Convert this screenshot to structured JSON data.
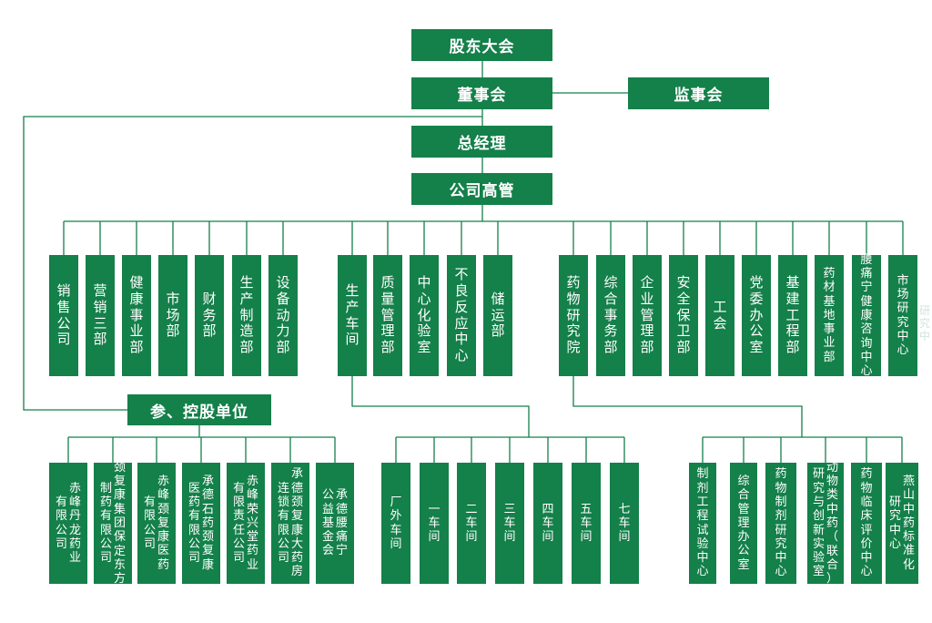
{
  "boxes": {
    "shareholders": "股东大会",
    "board": "董事会",
    "supervisory": "监事会",
    "gm": "总经理",
    "executives": "公司高管",
    "holdings": "参、控股单位"
  },
  "departments": {
    "group_a": [
      "销售公司",
      "营销三部",
      "健康事业部",
      "市场部",
      "财务部",
      "生产制造部",
      "设备动力部"
    ],
    "group_b": [
      "生产车间",
      "质量管理部",
      "中心化验室",
      "不良反应中心",
      "储运部"
    ],
    "group_c": [
      "药物研究院",
      "综合事务部",
      "企业管理部",
      "安全保卫部",
      "工会",
      "党委办公室",
      "基建工程部",
      "药材基地事业部",
      "腰痛宁健康咨询中心",
      "市场研究中心"
    ]
  },
  "holding_units": [
    [
      "赤峰丹龙药业",
      "有限公司"
    ],
    [
      "颈复康集团保定东方",
      "制药有限公司"
    ],
    [
      "赤峰颈复康医药",
      "有限公司"
    ],
    [
      "承德石药颈复康",
      "医药有限公司"
    ],
    [
      "赤峰荣兴堂药业",
      "有限责任公司"
    ],
    [
      "承德颈复康大药房",
      "连锁有限公司"
    ],
    [
      "承德腰痛宁",
      "公益基金会"
    ]
  ],
  "workshops": [
    "厂外车间",
    "一车间",
    "二车间",
    "三车间",
    "四车间",
    "五车间",
    "七车间"
  ],
  "research_centers": [
    [
      "制剂工程试验中心"
    ],
    [
      "综合管理办公室"
    ],
    [
      "药物制剂研究中心"
    ],
    [
      "动物类中药（联合）",
      "研究与创新实验室"
    ],
    [
      "药物临床评价中心"
    ],
    [
      "燕山中药标准化",
      "研究中心"
    ]
  ],
  "edge_ghost": "研究中心",
  "colors": {
    "box": "#14804a",
    "line": "#14804a",
    "ghost": "#cfe6da"
  }
}
